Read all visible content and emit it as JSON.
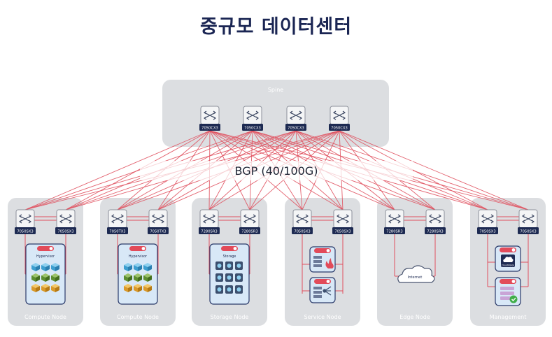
{
  "title": "중규모 데이터센터",
  "spine": {
    "label": "Spine",
    "switches": [
      "7050CX3",
      "7050CX3",
      "7050CX3",
      "7050CX3"
    ]
  },
  "bgp_label": "BGP (40/100G)",
  "nodes": [
    {
      "label": "Compute Node",
      "switches": [
        "7050SX3",
        "7050SX3"
      ],
      "content": "hypervisor",
      "content_label": "Hypervisor"
    },
    {
      "label": "Compute Node",
      "switches": [
        "7050TX3",
        "7050TX3"
      ],
      "content": "hypervisor",
      "content_label": "Hypervisor"
    },
    {
      "label": "Storage Node",
      "switches": [
        "7280SR3",
        "7280SR3"
      ],
      "content": "storage",
      "content_label": "Storage"
    },
    {
      "label": "Service Node",
      "switches": [
        "7050SX3",
        "7050SX3"
      ],
      "content": "service",
      "content_label": ""
    },
    {
      "label": "Edge Node",
      "switches": [
        "7280SR3",
        "7280SR3"
      ],
      "content": "internet",
      "content_label": "Internet"
    },
    {
      "label": "Management",
      "switches": [
        "7050SX3",
        "7050SX3"
      ],
      "content": "management",
      "content_label": "CloudVision"
    }
  ],
  "colors": {
    "link": "#e0505e",
    "panel": "#dcdee1",
    "switch_label_bg": "#1d2a52",
    "title": "#1a2553",
    "device_border": "#2a3a6a",
    "device_fill": "#d8e8f7"
  }
}
